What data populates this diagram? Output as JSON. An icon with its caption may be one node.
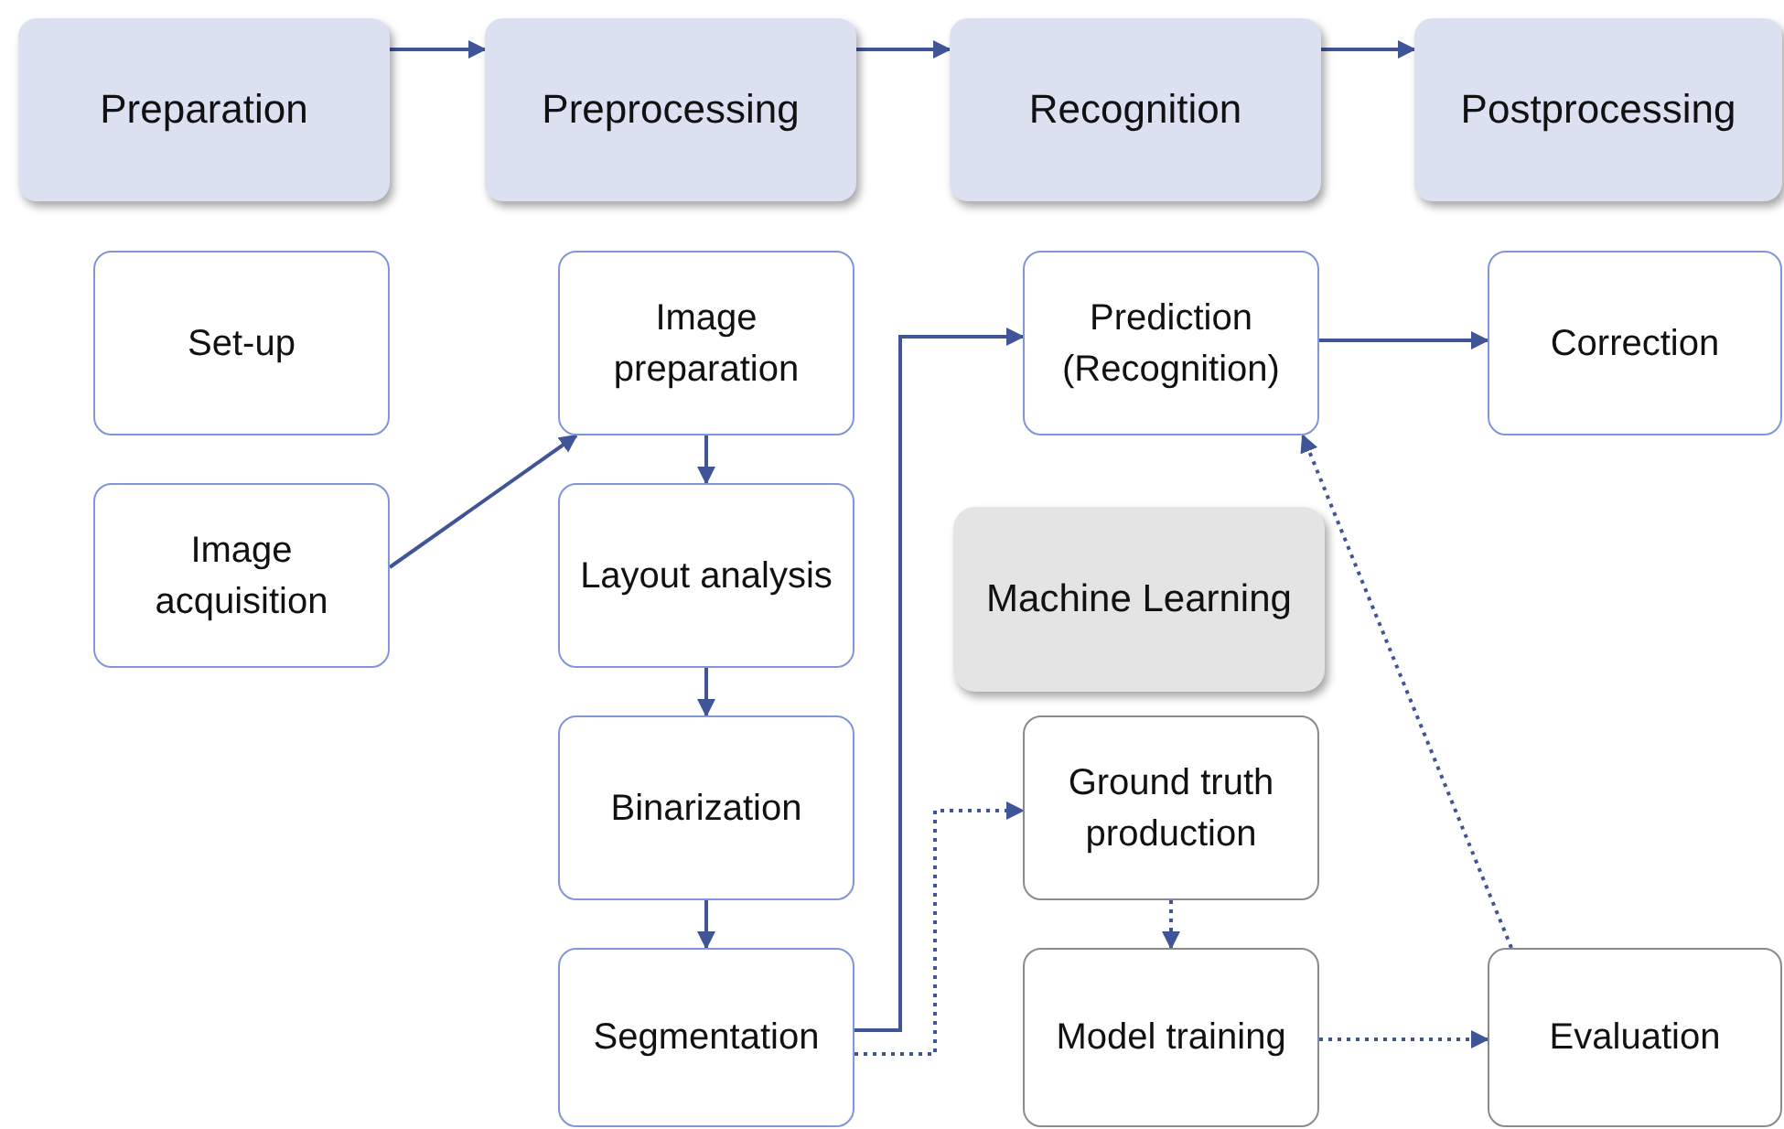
{
  "diagram": {
    "nodes": [
      {
        "text": [
          "Preparation"
        ]
      },
      {
        "text": [
          "Preprocessing"
        ]
      },
      {
        "text": [
          "Recognition"
        ]
      },
      {
        "text": [
          "Postprocessing"
        ]
      },
      {
        "text": [
          "Set-up"
        ]
      },
      {
        "text": [
          "Image preparation"
        ]
      },
      {
        "text": [
          "Prediction (Recognition)"
        ]
      },
      {
        "text": [
          "Correction"
        ]
      },
      {
        "text": [
          "Image acquisition"
        ]
      },
      {
        "text": [
          "Layout analysis"
        ]
      },
      {
        "text": [
          "Machine Learning"
        ]
      },
      {
        "text": [
          "Binarization"
        ]
      },
      {
        "text": [
          "Ground truth production"
        ]
      },
      {
        "text": [
          "Segmentation"
        ]
      },
      {
        "text": [
          "Model training"
        ]
      },
      {
        "text": [
          "Evaluation"
        ]
      }
    ],
    "edges": [
      {
        "from": 0,
        "to": 1,
        "arrow": "to"
      },
      {
        "from": 1,
        "to": 2,
        "arrow": "to"
      },
      {
        "from": 2,
        "to": 3,
        "arrow": "to"
      },
      {
        "from": 8,
        "to": 5,
        "arrow": "to"
      },
      {
        "from": 5,
        "to": 9,
        "arrow": "to"
      },
      {
        "from": 9,
        "to": 11,
        "arrow": "to"
      },
      {
        "from": 11,
        "to": 13,
        "arrow": "to"
      },
      {
        "from": 13,
        "to": 6,
        "arrow": "to"
      },
      {
        "from": 6,
        "to": 7,
        "arrow": "to"
      },
      {
        "from": 13,
        "to": 12,
        "arrow": "to",
        "style": "dashed"
      },
      {
        "from": 12,
        "to": 14,
        "arrow": "to",
        "style": "dashed"
      },
      {
        "from": 14,
        "to": 15,
        "arrow": "to",
        "style": "dashed"
      },
      {
        "from": 15,
        "to": 6,
        "arrow": "to",
        "style": "dashed"
      }
    ]
  }
}
